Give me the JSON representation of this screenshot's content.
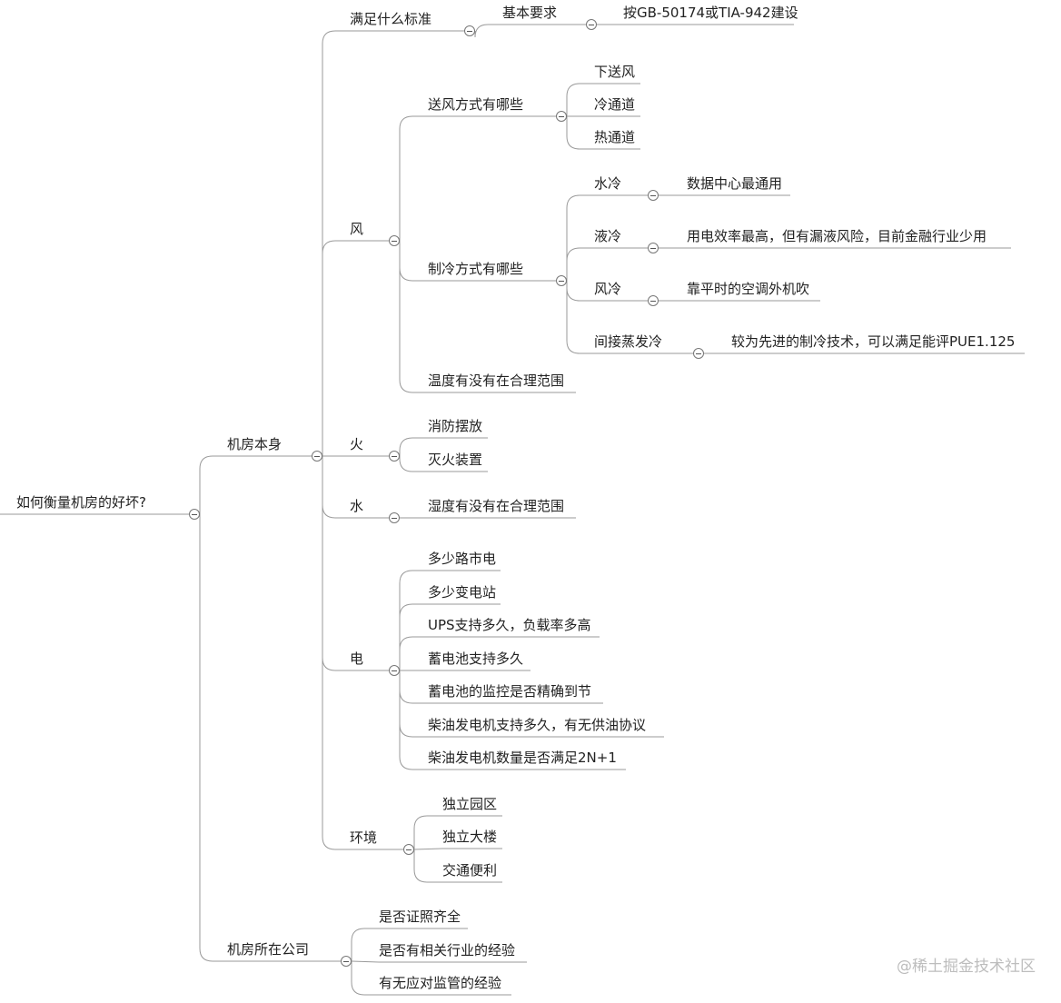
{
  "root": {
    "id": "root",
    "label": "如何衡量机房的好坏?",
    "children": [
      {
        "id": "self",
        "label": "机房本身",
        "children": [
          {
            "id": "std",
            "label": "满足什么标准",
            "children": [
              {
                "id": "std1",
                "label": "基本要求",
                "children": [
                  {
                    "id": "std1a",
                    "label": "按GB-50174或TIA-942建设"
                  }
                ]
              }
            ]
          },
          {
            "id": "wind",
            "label": "风",
            "children": [
              {
                "id": "sup",
                "label": "送风方式有哪些",
                "children": [
                  {
                    "id": "sup1",
                    "label": "下送风"
                  },
                  {
                    "id": "sup2",
                    "label": "冷通道"
                  },
                  {
                    "id": "sup3",
                    "label": "热通道"
                  }
                ]
              },
              {
                "id": "cool",
                "label": "制冷方式有哪些",
                "children": [
                  {
                    "id": "c1",
                    "label": "水冷",
                    "children": [
                      {
                        "id": "c1a",
                        "label": "数据中心最通用"
                      }
                    ]
                  },
                  {
                    "id": "c2",
                    "label": "液冷",
                    "children": [
                      {
                        "id": "c2a",
                        "label": "用电效率最高，但有漏液风险，目前金融行业少用"
                      }
                    ]
                  },
                  {
                    "id": "c3",
                    "label": "风冷",
                    "children": [
                      {
                        "id": "c3a",
                        "label": "靠平时的空调外机吹"
                      }
                    ]
                  },
                  {
                    "id": "c4",
                    "label": "间接蒸发冷",
                    "children": [
                      {
                        "id": "c4a",
                        "label": "较为先进的制冷技术，可以满足能评PUE1.125"
                      }
                    ]
                  }
                ]
              },
              {
                "id": "temp",
                "label": "温度有没有在合理范围"
              }
            ]
          },
          {
            "id": "fire",
            "label": "火",
            "children": [
              {
                "id": "f1",
                "label": "消防摆放"
              },
              {
                "id": "f2",
                "label": "灭火装置"
              }
            ]
          },
          {
            "id": "water",
            "label": "水",
            "children": [
              {
                "id": "w1",
                "label": "湿度有没有在合理范围"
              }
            ]
          },
          {
            "id": "elec",
            "label": "电",
            "children": [
              {
                "id": "e1",
                "label": "多少路市电"
              },
              {
                "id": "e2",
                "label": "多少变电站"
              },
              {
                "id": "e3",
                "label": "UPS支持多久，负载率多高"
              },
              {
                "id": "e4",
                "label": "蓄电池支持多久"
              },
              {
                "id": "e5",
                "label": "蓄电池的监控是否精确到节"
              },
              {
                "id": "e6",
                "label": "柴油发电机支持多久，有无供油协议"
              },
              {
                "id": "e7",
                "label": "柴油发电机数量是否满足2N+1"
              }
            ]
          },
          {
            "id": "env",
            "label": "环境",
            "children": [
              {
                "id": "v1",
                "label": "独立园区"
              },
              {
                "id": "v2",
                "label": "独立大楼"
              },
              {
                "id": "v3",
                "label": "交通便利"
              }
            ]
          }
        ]
      },
      {
        "id": "comp",
        "label": "机房所在公司",
        "children": [
          {
            "id": "p1",
            "label": "是否证照齐全"
          },
          {
            "id": "p2",
            "label": "是否有相关行业的经验"
          },
          {
            "id": "p3",
            "label": "有无应对监管的经验"
          }
        ]
      }
    ]
  },
  "watermark": "@稀土掘金技术社区",
  "colors": {
    "line": "#9a9a9a",
    "toggle_border": "#777777",
    "text": "#222222",
    "watermark": "#bdbdbd"
  }
}
